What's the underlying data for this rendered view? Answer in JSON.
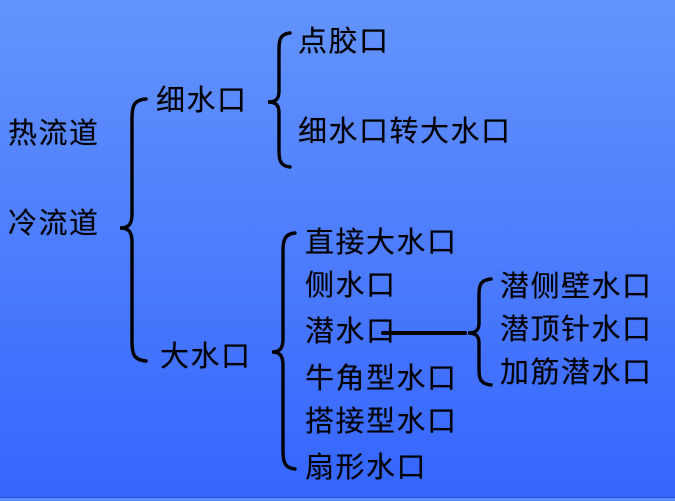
{
  "slide": {
    "background": {
      "gradient_top": "#6394fb",
      "gradient_bottom": "#3365fe",
      "bottom_edge": "#5d8cfe"
    },
    "text_color": "#000000"
  },
  "diagram": {
    "runners": {
      "hot": "热流道",
      "cold": "冷流道"
    },
    "cold_runner_types": {
      "fine_gate": {
        "label": "细水口",
        "children": [
          "点胶口",
          "细水口转大水口"
        ]
      },
      "large_gate": {
        "label": "大水口",
        "children": [
          "直接大水口",
          "侧水口",
          "潜水口",
          "牛角型水口",
          "搭接型水口",
          "扇形水口"
        ]
      }
    },
    "submarine_gate_types": [
      "潜侧壁水口",
      "潜顶针水口",
      "加筋潜水口"
    ]
  }
}
